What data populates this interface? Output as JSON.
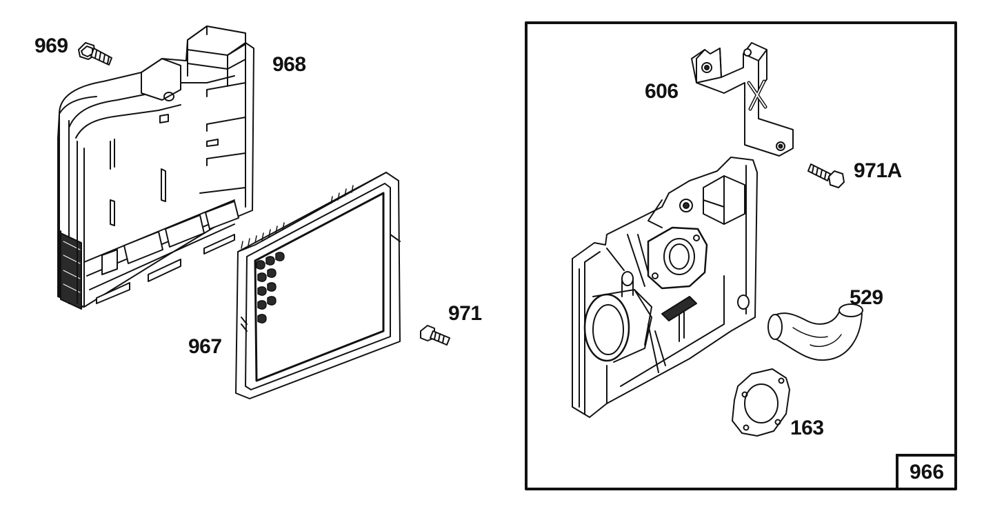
{
  "diagram": {
    "callouts": {
      "p969": "969",
      "p968": "968",
      "p967": "967",
      "p971": "971",
      "p606": "606",
      "p971a": "971A",
      "p529": "529",
      "p163": "163",
      "p966": "966"
    },
    "colors": {
      "ink": "#111111",
      "paper": "#ffffff",
      "shade": "#2a2a2a"
    }
  }
}
